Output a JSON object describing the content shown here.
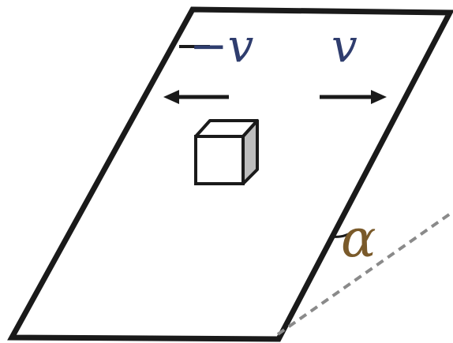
{
  "diagram": {
    "labels": {
      "velocity_left": "−v",
      "velocity_right": "v",
      "angle": "α"
    },
    "colors": {
      "stroke": "#1a1a1a",
      "label_left": "#7a5a2a",
      "label_v": "#2f3d6e",
      "angle_label": "#7a5a2a",
      "dashed": "#8a8a8a",
      "cube_face": "#ffffff",
      "cube_side": "#bdbdbd"
    }
  }
}
